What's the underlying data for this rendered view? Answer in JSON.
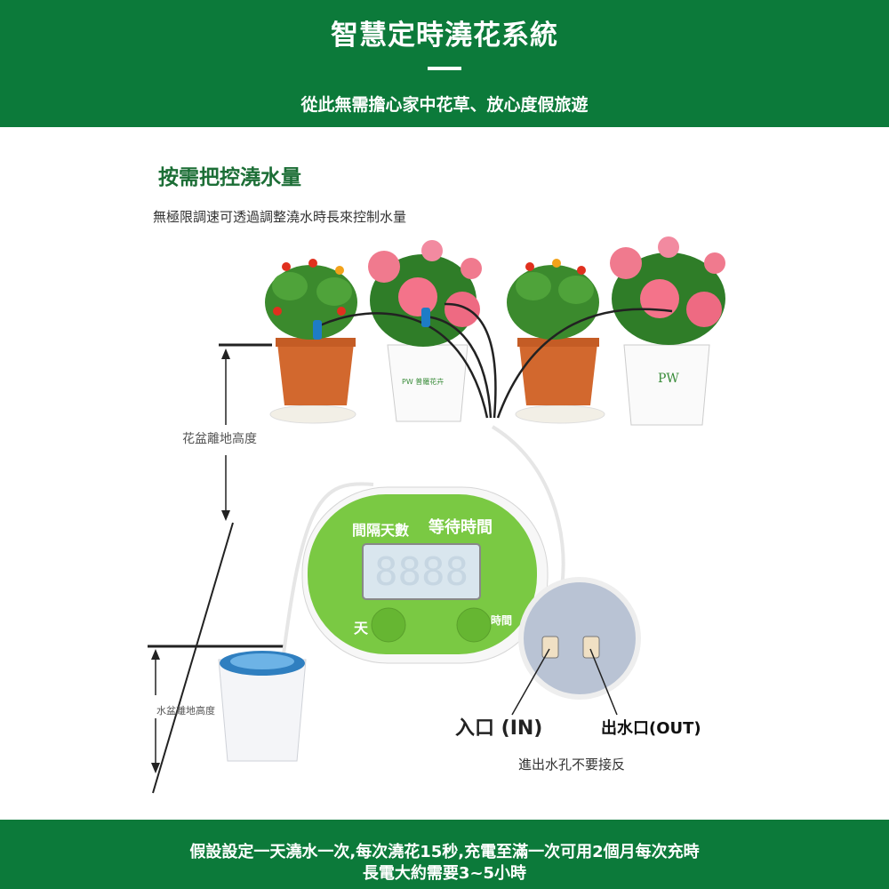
{
  "header": {
    "title": "智慧定時澆花系統",
    "subtitle": "從此無需擔心家中花草、放心度假旅遊"
  },
  "section": {
    "heading": "按需把控澆水量",
    "description": "無極限調速可透過調整澆水時長來控制水量"
  },
  "diagram": {
    "pot_height_label": "花盆離地高度",
    "water_height_label": "水盆離地高度",
    "inlet_label": "入口 (IN)",
    "outlet_label": "出水口(OUT)",
    "note": "進出水孔不要接反",
    "pot_brand": "PW",
    "pot_brand_small": "PW 普羅花卉"
  },
  "device": {
    "interval_days_label": "間隔天數",
    "wait_time_label": "等待時間",
    "display_value": "8888",
    "day_button_label": "天",
    "hour_button_label": "時間"
  },
  "footer": {
    "line1": "假設設定一天澆水一次,每次澆花15秒,充電至滿一次可用2個月每次充時",
    "line2": "長電大約需要3~5小時"
  },
  "colors": {
    "banner_green": "#0c7a3a",
    "device_green": "#7ac943",
    "heading_green": "#1c6e36"
  }
}
